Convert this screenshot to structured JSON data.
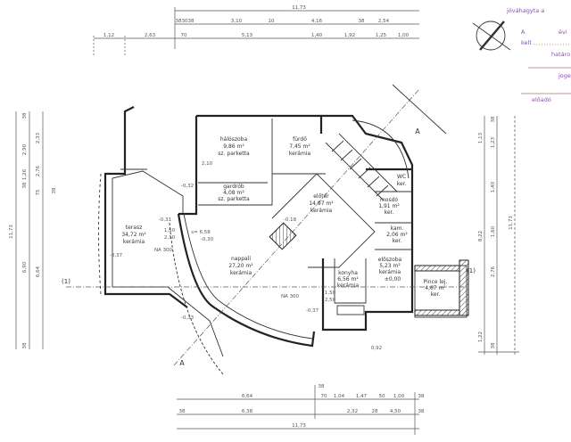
{
  "stamp": {
    "approved": "jóváhagyta a",
    "a": "A",
    "year": "évi",
    "dated": "kelt",
    "decision": "határo",
    "legal": "joge",
    "officer": "előadó",
    "color": "#8a4fb0"
  },
  "rooms": {
    "bedroom": {
      "name": "hálószoba",
      "area": "9,86 m²",
      "floor": "sz. parketta"
    },
    "bath": {
      "name": "fürdő",
      "area": "7,45 m²",
      "floor": "kerámia"
    },
    "wardrobe": {
      "name": "gardrób",
      "area": "4,08 m²",
      "floor": "sz. parketta"
    },
    "hall": {
      "name": "előtér",
      "area": "14,97 m²",
      "floor": "kerámia"
    },
    "terrace": {
      "name": "terasz",
      "area": "34,72 m²",
      "floor": "kerámia"
    },
    "living": {
      "name": "nappali",
      "area": "27,20 m²",
      "floor": "kerámia"
    },
    "kitchen": {
      "name": "konyha",
      "area": "6,56 m²",
      "floor": "kerámia"
    },
    "entry": {
      "name": "előszoba",
      "area": "5,23 m²",
      "floor": "kerámia",
      "level": "±0,00"
    },
    "pantry": {
      "name": "kam.",
      "area": "2,06 m²",
      "floor": "ker."
    },
    "washroom": {
      "name": "mosdó",
      "area": "1,91 m²",
      "floor": "ker."
    },
    "wc": {
      "name": "WC",
      "floor": "ker."
    },
    "porch": {
      "name": "Pince lej.",
      "area": "4,67 m²",
      "floor": "ker."
    }
  },
  "levels": [
    "-0,32",
    "-0,30",
    "-0,31",
    "-0,37",
    "-0,18",
    "-0,33",
    "-0,37",
    "0,92"
  ],
  "notes": {
    "opening1": "1,50",
    "opening1b": "2,10",
    "na": "NA 300",
    "slope": "s= 6,58",
    "na2": "NA 300",
    "win": "2,10",
    "k": "1,50",
    "k2": "2,50"
  },
  "sections": {
    "a1": "A",
    "a2": "A",
    "m1": "(1)",
    "m2": "(1)"
  },
  "dims": {
    "top": [
      "11,73",
      "38",
      "30",
      "38",
      "3,10",
      "10",
      "4,16",
      "38",
      "2,54",
      "1,12",
      "2,63",
      "70",
      "5,13",
      "1,40",
      "1,92",
      "1,25",
      "1,00"
    ],
    "bottom": [
      "6,64",
      "70",
      "1,04",
      "1,47",
      "50",
      "1,00",
      "38",
      "38",
      "6,38",
      "38",
      "2,32",
      "28",
      "4,50",
      "38",
      "11,73"
    ],
    "left": [
      "11,73",
      "38",
      "2,90",
      "1,26",
      "38",
      "6,90",
      "38",
      "2,33",
      "2,76",
      "75",
      "6,64",
      "38"
    ],
    "right": [
      "1,13",
      "38",
      "1,23",
      "1,40",
      "1,60",
      "2,76",
      "1,22",
      "38",
      "8,22",
      "11,73"
    ]
  }
}
